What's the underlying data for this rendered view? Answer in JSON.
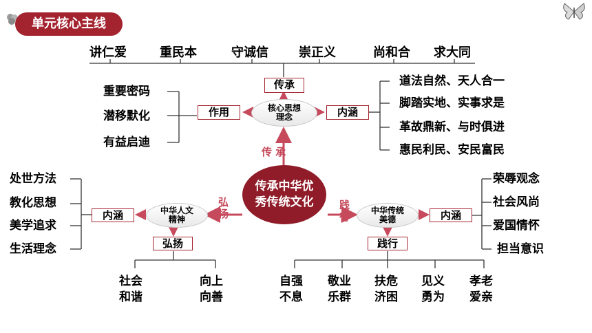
{
  "header": {
    "title": "单元核心主线"
  },
  "top_values": [
    "讲仁爱",
    "重民本",
    "守诚信",
    "崇正义",
    "尚和合",
    "求大同"
  ],
  "core": {
    "inherit_box": "传承",
    "ellipse": [
      "核心思想",
      "理念"
    ],
    "left_box": "作用",
    "right_box": "内涵",
    "effects": [
      "重要密码",
      "潜移默化",
      "有益启迪"
    ],
    "connotations": [
      "道法自然、天人合一",
      "脚踏实地、实事求是",
      "革故鼎新、与时俱进",
      "惠民利民、安民富民"
    ],
    "arrow_label": "传 承"
  },
  "center": [
    "传承中华优",
    "秀传统文化"
  ],
  "humanistic": {
    "ellipse": [
      "中华人文",
      "精神"
    ],
    "arrow_label": "弘扬",
    "left_box": "内涵",
    "bottom_box": "弘扬",
    "connotations": [
      "处世方法",
      "教化思想",
      "美学追求",
      "生活理念"
    ],
    "outcomes": [
      [
        "社会",
        "和谐"
      ],
      [
        "向上",
        "向善"
      ]
    ]
  },
  "virtue": {
    "ellipse": [
      "中华传统",
      "美德"
    ],
    "arrow_label": "践行",
    "right_box": "内涵",
    "bottom_box": "践行",
    "connotations": [
      "荣辱观念",
      "社会风尚",
      "爱国情怀",
      "担当意识"
    ],
    "outcomes": [
      [
        "自强",
        "不息"
      ],
      [
        "敬业",
        "乐群"
      ],
      [
        "扶危",
        "济困"
      ],
      [
        "见义",
        "勇为"
      ],
      [
        "孝老",
        "爱亲"
      ]
    ]
  },
  "colors": {
    "accent": "#a3232f",
    "center_fill": "#8f1c28",
    "label_pink": "#c64a5c"
  },
  "icons": [
    "clover-icon",
    "butterfly-icon"
  ]
}
